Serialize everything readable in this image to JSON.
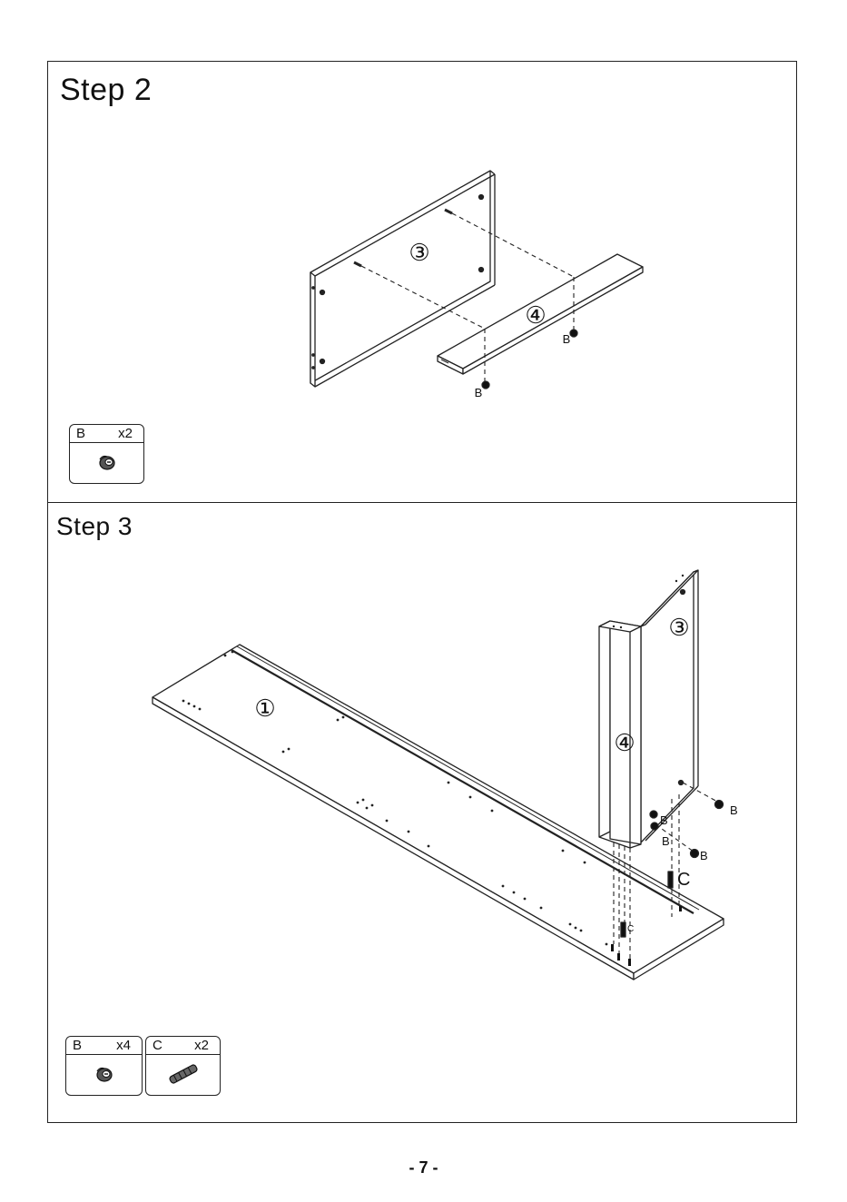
{
  "steps": [
    {
      "title": "Step  2",
      "panel_labels": [
        "③",
        "④"
      ],
      "fastener_labels": [
        "B",
        "B"
      ],
      "parts": [
        {
          "code": "B",
          "qty": "x2",
          "icon": "cam-lock-icon"
        }
      ]
    },
    {
      "title": "Step  3",
      "panel_labels": [
        "①",
        "③",
        "④"
      ],
      "fastener_labels": [
        "B",
        "B",
        "B",
        "B",
        "C",
        "C"
      ],
      "parts": [
        {
          "code": "B",
          "qty": "x4",
          "icon": "cam-lock-icon"
        },
        {
          "code": "C",
          "qty": "x2",
          "icon": "dowel-icon"
        }
      ]
    }
  ],
  "page_number": "- 7 -"
}
